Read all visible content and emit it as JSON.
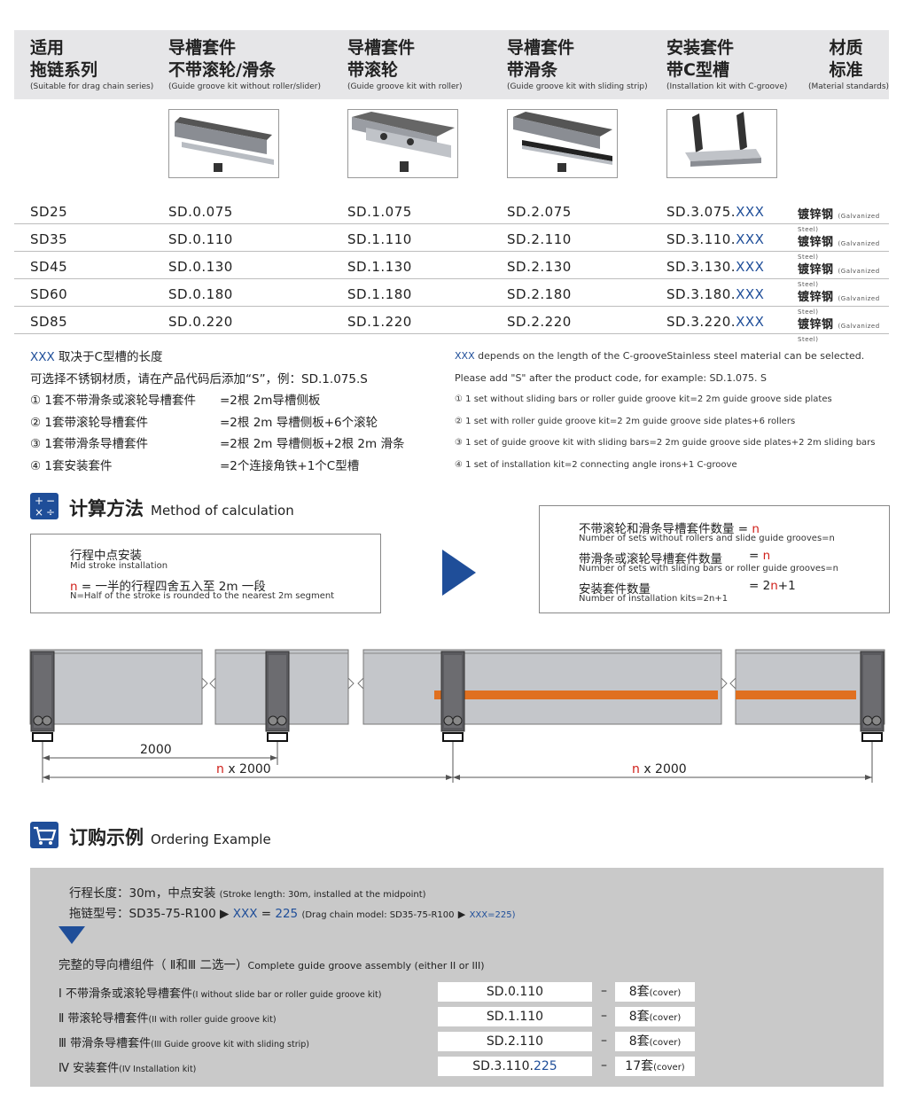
{
  "header": {
    "col1_cn_a": "适用",
    "col1_cn_b": "拖链系列",
    "col1_en": "(Suitable for drag chain series)",
    "col2_cn_a": "导槽套件",
    "col2_cn_b": "不带滚轮/滑条",
    "col2_en": "(Guide groove kit without roller/slider)",
    "col3_cn_a": "导槽套件",
    "col3_cn_b": "带滚轮",
    "col3_en": "(Guide groove kit with roller)",
    "col4_cn_a": "导槽套件",
    "col4_cn_b": "带滑条",
    "col4_en": "(Guide groove kit with sliding strip)",
    "col5_cn_a": "安装套件",
    "col5_cn_b": "带C型槽",
    "col5_en": "(Installation kit with C-groove)",
    "col6_cn_a": "材质",
    "col6_cn_b": "标准",
    "col6_en": "(Material standards)"
  },
  "table": {
    "rows": [
      {
        "series": "SD25",
        "kit0": "SD.0.075",
        "kit1": "SD.1.075",
        "kit2": "SD.2.075",
        "kit3": "SD.3.075.",
        "kit3_suffix": "XXX",
        "material": "镀锌钢",
        "material_en": "(Galvanized Steel)"
      },
      {
        "series": "SD35",
        "kit0": "SD.0.110",
        "kit1": "SD.1.110",
        "kit2": "SD.2.110",
        "kit3": "SD.3.110.",
        "kit3_suffix": "XXX",
        "material": "镀锌钢",
        "material_en": "(Galvanized Steel)"
      },
      {
        "series": "SD45",
        "kit0": "SD.0.130",
        "kit1": "SD.1.130",
        "kit2": "SD.2.130",
        "kit3": "SD.3.130.",
        "kit3_suffix": "XXX",
        "material": "镀锌钢",
        "material_en": "(Galvanized Steel)"
      },
      {
        "series": "SD60",
        "kit0": "SD.0.180",
        "kit1": "SD.1.180",
        "kit2": "SD.2.180",
        "kit3": "SD.3.180.",
        "kit3_suffix": "XXX",
        "material": "镀锌钢",
        "material_en": "(Galvanized Steel)"
      },
      {
        "series": "SD85",
        "kit0": "SD.0.220",
        "kit1": "SD.1.220",
        "kit2": "SD.2.220",
        "kit3": "SD.3.220.",
        "kit3_suffix": "XXX",
        "material": "镀锌钢",
        "material_en": "(Galvanized Steel)"
      }
    ]
  },
  "notes_cn": {
    "xxx": "XXX",
    "line1": "取决于C型槽的长度",
    "line2": "可选择不锈钢材质，请在产品代码后添加“S”，例：SD.1.075.S",
    "items": [
      {
        "num": "①",
        "name": "1套不带滑条或滚轮导槽套件",
        "value": "=2根 2m导槽侧板"
      },
      {
        "num": "②",
        "name": "1套带滚轮导槽套件",
        "value": "=2根 2m 导槽侧板+6个滚轮"
      },
      {
        "num": "③",
        "name": "1套带滑条导槽套件",
        "value": "=2根 2m 导槽侧板+2根 2m 滑条"
      },
      {
        "num": "④",
        "name": "1套安装套件",
        "value": "=2个连接角铁+1个C型槽"
      }
    ]
  },
  "notes_en": {
    "xxx": "XXX",
    "line1": "depends on the length of the C-grooveStainless steel material can be selected.",
    "line2": "Please add \"S\" after the product code, for example: SD.1.075. S",
    "items": [
      {
        "num": "①",
        "text": "1 set without sliding bars or roller guide groove kit=2 2m guide groove side plates"
      },
      {
        "num": "②",
        "text": "1 set with roller guide groove kit=2 2m guide groove side plates+6 rollers"
      },
      {
        "num": "③",
        "text": "1 set of guide groove kit with sliding bars=2 2m guide groove side plates+2 2m sliding bars"
      },
      {
        "num": "④",
        "text": "1 set of installation kit=2 connecting angle irons+1 C-groove"
      }
    ]
  },
  "calc": {
    "title_cn": "计算方法",
    "title_en": "Method of calculation",
    "left_cn": "行程中点安装",
    "left_en": "Mid stroke installation",
    "n": "n",
    "left_formula_cn": "= 一半的行程四舍五入至 2m 一段",
    "left_formula_en": "N=Half of the stroke is rounded to the nearest 2m segment",
    "right_l1_cn": "不带滚轮和滑条导槽套件数量 = ",
    "right_l1_en": "Number of sets without rollers and slide guide grooves=n",
    "right_l2_cn": "带滑条或滚轮导槽套件数量",
    "right_l2_eq": "=",
    "right_l2_en": "Number of sets with sliding bars or roller guide grooves=n",
    "right_l3_cn": "安装套件数量",
    "right_l3_eq": "= 2",
    "right_l3_tail": "+1",
    "right_l3_en": "Number of installation kits=2n+1"
  },
  "diagram": {
    "dim1": "2000",
    "dim2_n": "n",
    "dim2_rest": " x 2000",
    "dim3_n": "n",
    "dim3_rest": " x 2000"
  },
  "order": {
    "title_cn": "订购示例",
    "title_en": "Ordering Example",
    "stroke_cn": "行程长度：30m，中点安装",
    "stroke_en": "(Stroke length: 30m, installed at the midpoint)",
    "model_cn": "拖链型号：SD35-75-R100",
    "model_xxx": "XXX",
    "model_eq": " = ",
    "model_val": "225",
    "model_en": "(Drag chain model: SD35-75-R100",
    "model_en_xxx": "XXX=225)",
    "assembly_cn": "完整的导向槽组件（ Ⅱ和Ⅲ 二选一）",
    "assembly_en": "Complete guide groove assembly (either II or III)",
    "rows": [
      {
        "label_cn": "Ⅰ 不带滑条或滚轮导槽套件",
        "label_en": "(I without slide bar or roller guide groove kit)",
        "code": "SD.0.110",
        "code_suffix": "",
        "dash": "–",
        "qty": "8套",
        "qty_en": "(cover)"
      },
      {
        "label_cn": "Ⅱ 带滚轮导槽套件",
        "label_en": "(II with roller guide groove kit)",
        "code": "SD.1.110",
        "code_suffix": "",
        "dash": "–",
        "qty": "8套",
        "qty_en": "(cover)"
      },
      {
        "label_cn": "Ⅲ 带滑条导槽套件",
        "label_en": "(III Guide groove kit with sliding strip)",
        "code": "SD.2.110",
        "code_suffix": "",
        "dash": "–",
        "qty": "8套",
        "qty_en": "(cover)"
      },
      {
        "label_cn": "Ⅳ 安装套件",
        "label_en": "(IV Installation kit)",
        "code": "SD.3.110.",
        "code_suffix": "225",
        "dash": "–",
        "qty": "17套",
        "qty_en": "(cover)"
      }
    ]
  },
  "colors": {
    "accent": "#1f4e99",
    "red": "#d0201a",
    "orange_strip": "#e07020",
    "header_bg": "#e6e6e8",
    "order_bg": "#c9c9c9"
  }
}
